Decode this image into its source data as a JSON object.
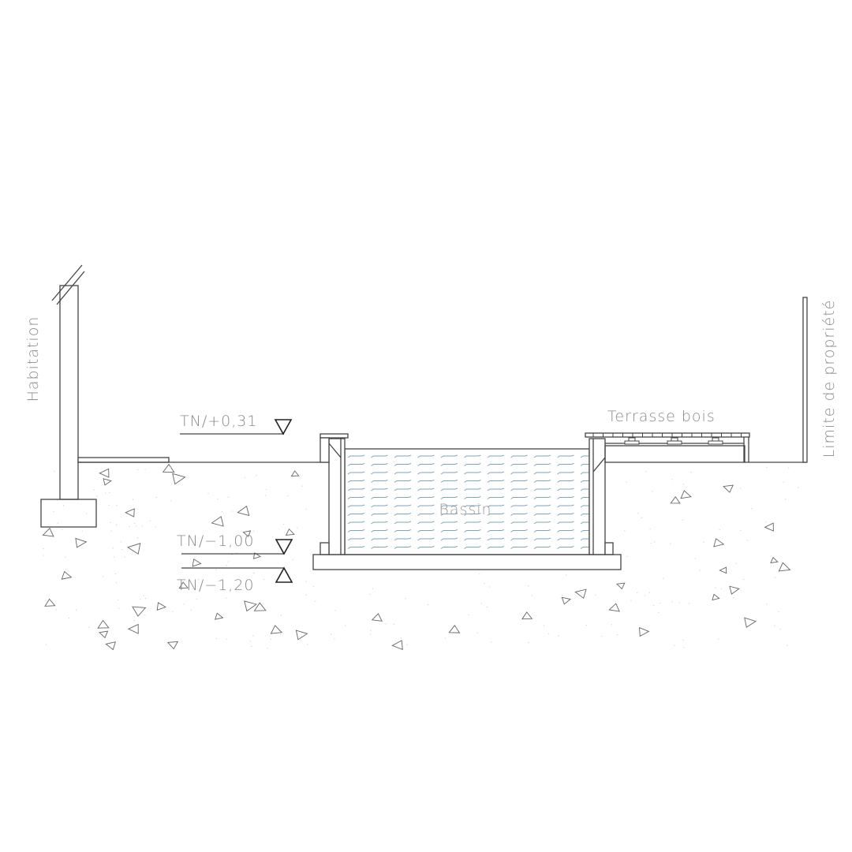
{
  "labels": {
    "habitation": "Habitation",
    "property_limit": "Limite de propriété",
    "terrace": "Terrasse bois",
    "pool": "Bassin"
  },
  "levels": [
    {
      "text": "TN/+0,31",
      "marker": "triangle-down"
    },
    {
      "text": "TN/−1,00",
      "marker": "triangle-down"
    },
    {
      "text": "TN/−1,20",
      "marker": "triangle-up"
    }
  ],
  "colors": {
    "line": "#444444",
    "water": "#7fa6b8",
    "text": "#8a8a8a"
  }
}
